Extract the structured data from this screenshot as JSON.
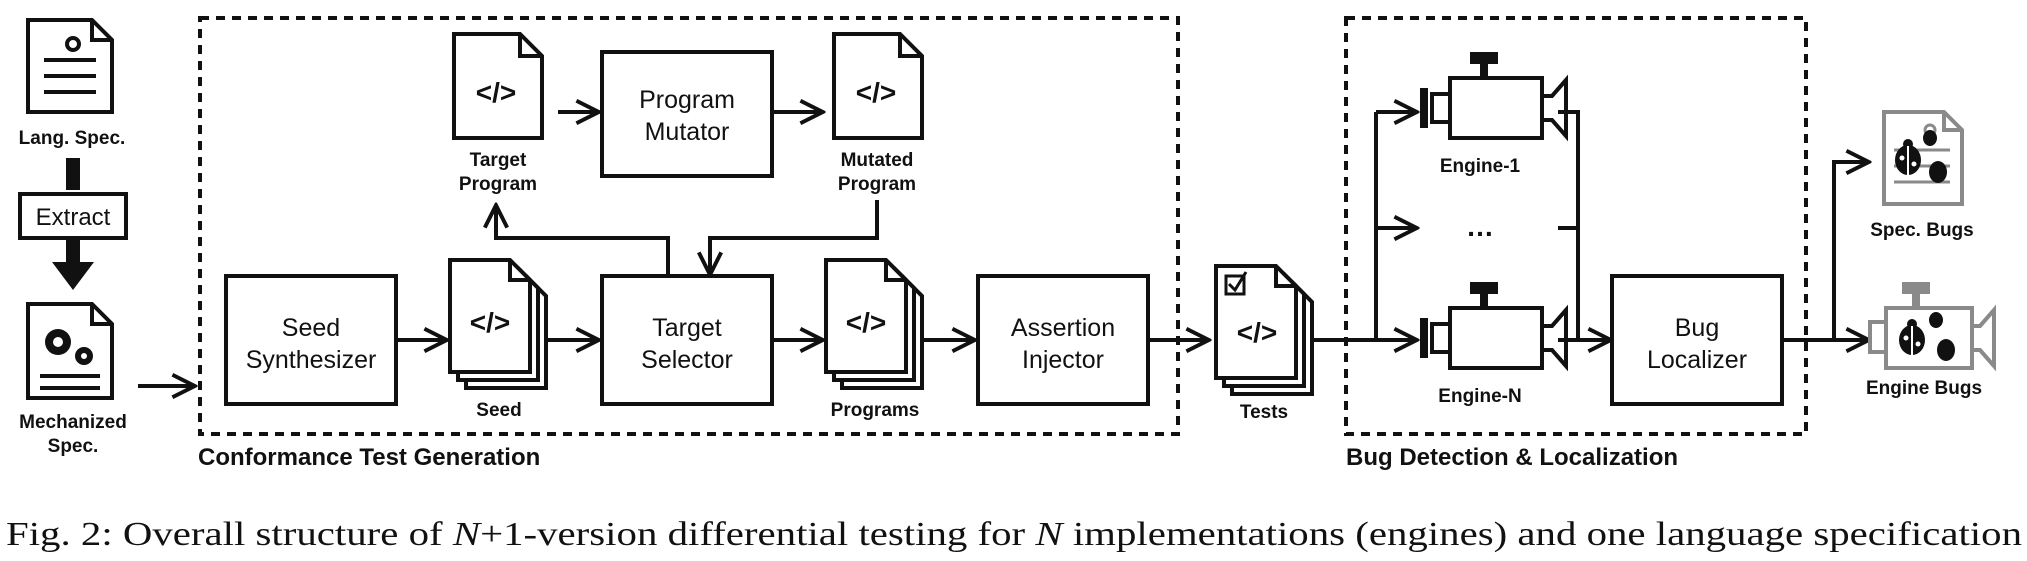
{
  "inputs": {
    "lang_spec": "Lang. Spec.",
    "extract": "Extract",
    "mechanized_line1": "Mechanized",
    "mechanized_line2": "Spec."
  },
  "generation": {
    "group_label": "Conformance Test Generation",
    "seed_synth_line1": "Seed",
    "seed_synth_line2": "Synthesizer",
    "seed_label": "Seed",
    "target_selector_line1": "Target",
    "target_selector_line2": "Selector",
    "programs_label": "Programs",
    "assertion_line1": "Assertion",
    "assertion_line2": "Injector",
    "target_program_line1": "Target",
    "target_program_line2": "Program",
    "mutator_line1": "Program",
    "mutator_line2": "Mutator",
    "mutated_line1": "Mutated",
    "mutated_line2": "Program",
    "code_glyph": "</>"
  },
  "tests_label": "Tests",
  "detection": {
    "group_label": "Bug Detection & Localization",
    "engine1": "Engine-1",
    "ellipsis": "…",
    "engineN": "Engine-N",
    "localizer_line1": "Bug",
    "localizer_line2": "Localizer"
  },
  "outputs": {
    "spec_bugs": "Spec. Bugs",
    "engine_bugs": "Engine Bugs"
  },
  "caption": {
    "prefix": "Fig. 2: Overall structure of ",
    "var1": "N",
    "middle": "+1-version differential testing for ",
    "var2": "N",
    "suffix": " implementations (engines) and one language specification"
  },
  "colors": {
    "stroke": "#111111",
    "output_gray": "#8a8a8a"
  }
}
